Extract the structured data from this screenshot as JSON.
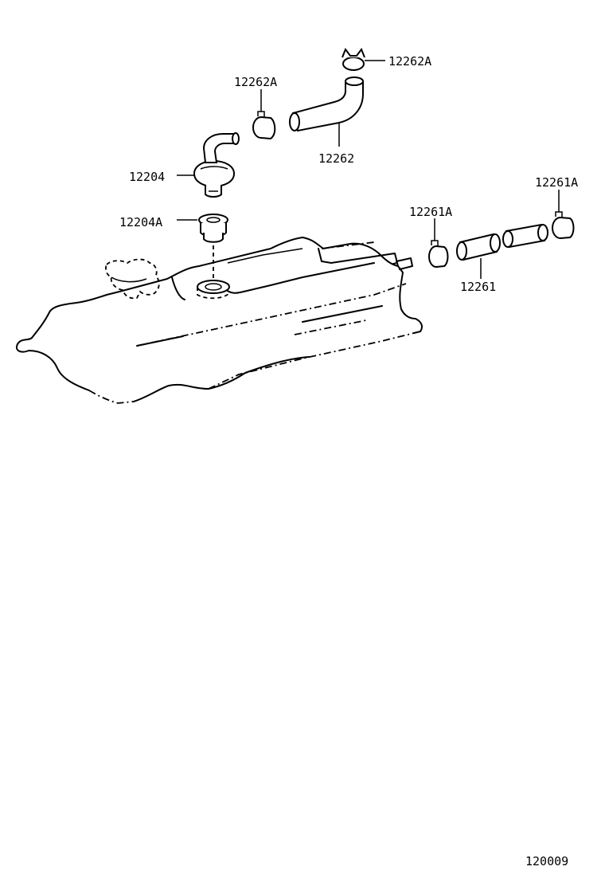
{
  "diagram": {
    "figure_code": "120009",
    "parts": [
      {
        "id": "hose-clamp-top",
        "number": "12262A"
      },
      {
        "id": "hose-clamp-left",
        "number": "12262A"
      },
      {
        "id": "ventilation-hose-upper",
        "number": "12262"
      },
      {
        "id": "pcv-valve",
        "number": "12204"
      },
      {
        "id": "pcv-grommet",
        "number": "12204A"
      },
      {
        "id": "hose-clamp-mid",
        "number": "12261A"
      },
      {
        "id": "hose-clamp-right",
        "number": "12261A"
      },
      {
        "id": "ventilation-hose-lower",
        "number": "12261"
      }
    ]
  }
}
